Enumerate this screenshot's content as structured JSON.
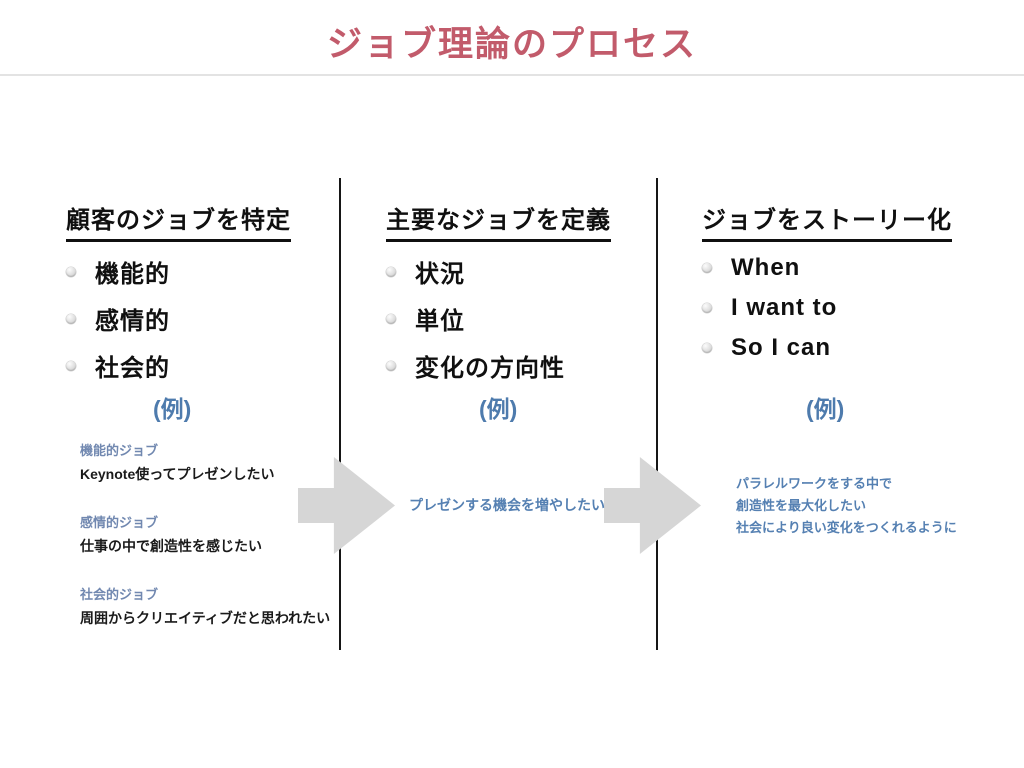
{
  "title": "ジョブ理論のプロセス",
  "colors": {
    "title_rose": "#c25b6b",
    "accent_blue": "#4e7bad",
    "label_blue": "#7188b0",
    "example_blue": "#5580b2",
    "arrow_gray": "#d6d6d6",
    "divider_black": "#161616",
    "rule_gray": "#e3e3e3"
  },
  "columns": [
    {
      "heading": "顧客のジョブを特定",
      "bullets": [
        "機能的",
        "感情的",
        "社会的"
      ],
      "example_label": "(例)",
      "examples": [
        {
          "label": "機能的ジョブ",
          "text": "Keynote使ってプレゼンしたい"
        },
        {
          "label": "感情的ジョブ",
          "text": "仕事の中で創造性を感じたい"
        },
        {
          "label": "社会的ジョブ",
          "text": "周囲からクリエイティブだと思われたい"
        }
      ]
    },
    {
      "heading": "主要なジョブを定義",
      "bullets": [
        "状況",
        "単位",
        "変化の方向性"
      ],
      "example_label": "(例)",
      "example_text": "プレゼンする機会を増やしたい"
    },
    {
      "heading": "ジョブをストーリー化",
      "bullets": [
        "When",
        "I want to",
        "So I can"
      ],
      "example_label": "(例)",
      "example_lines": [
        "パラレルワークをする中で",
        "創造性を最大化したい",
        "社会により良い変化をつくれるように"
      ]
    }
  ]
}
